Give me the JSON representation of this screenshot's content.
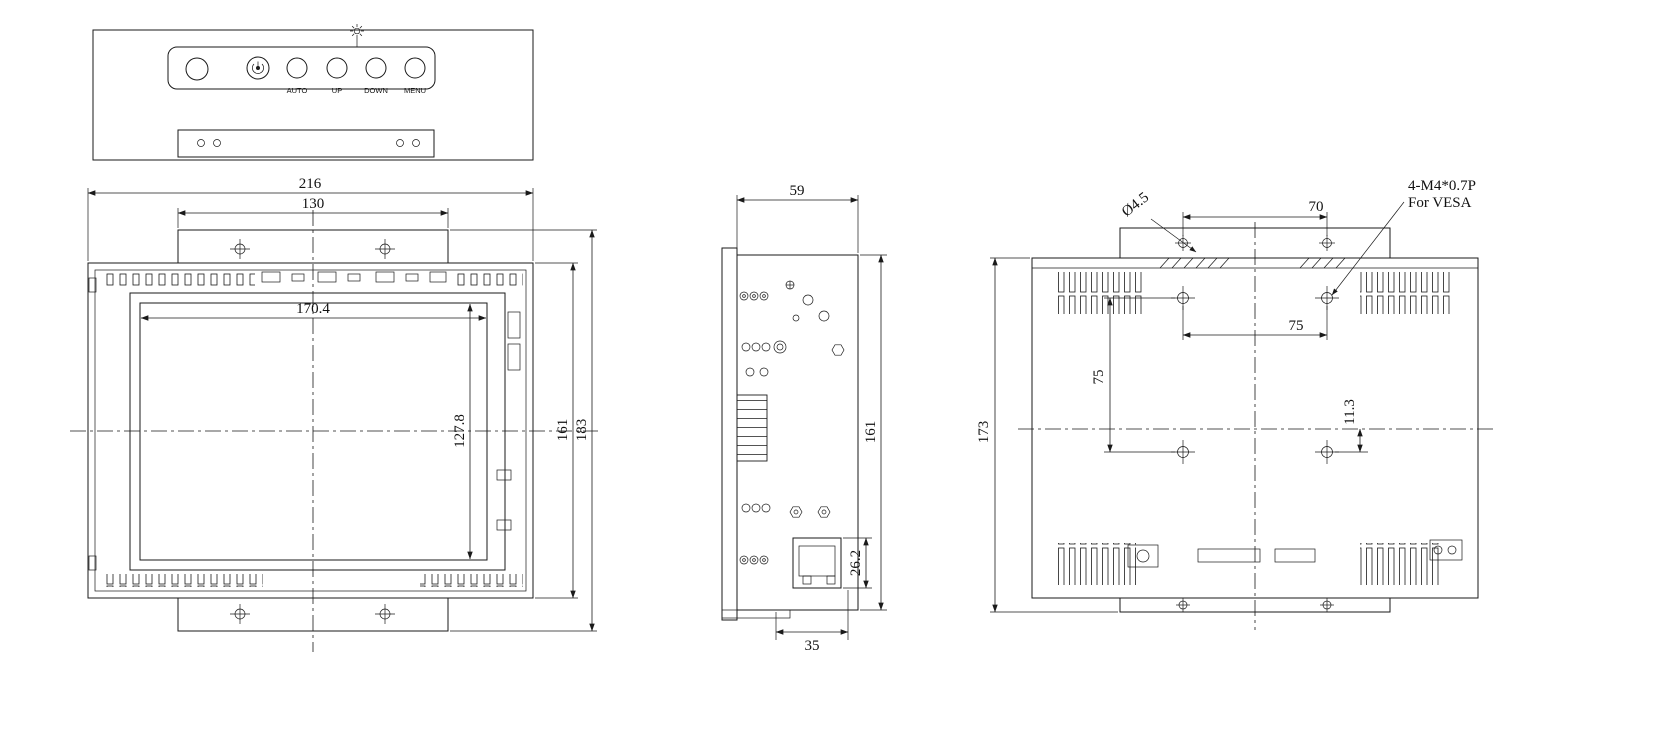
{
  "drawing": {
    "top_view": {
      "buttons": [
        "AUTO",
        "UP",
        "DOWN",
        "MENU"
      ]
    },
    "front_view": {
      "overall_width": "216",
      "mount_width": "130",
      "screen_width": "170.4",
      "screen_height": "127.8",
      "body_height": "161",
      "overall_height": "183"
    },
    "side_view": {
      "depth": "59",
      "height": "161",
      "connector_height": "26.2",
      "connector_width": "35"
    },
    "rear_view": {
      "height": "173",
      "top_hole_spacing": "70",
      "vesa_spacing_h": "75",
      "vesa_spacing_v": "75",
      "hole_offset": "11.3",
      "hole_diameter": "Ø4.5",
      "vesa_note_1": "4-M4*0.7P",
      "vesa_note_2": "For VESA"
    }
  }
}
